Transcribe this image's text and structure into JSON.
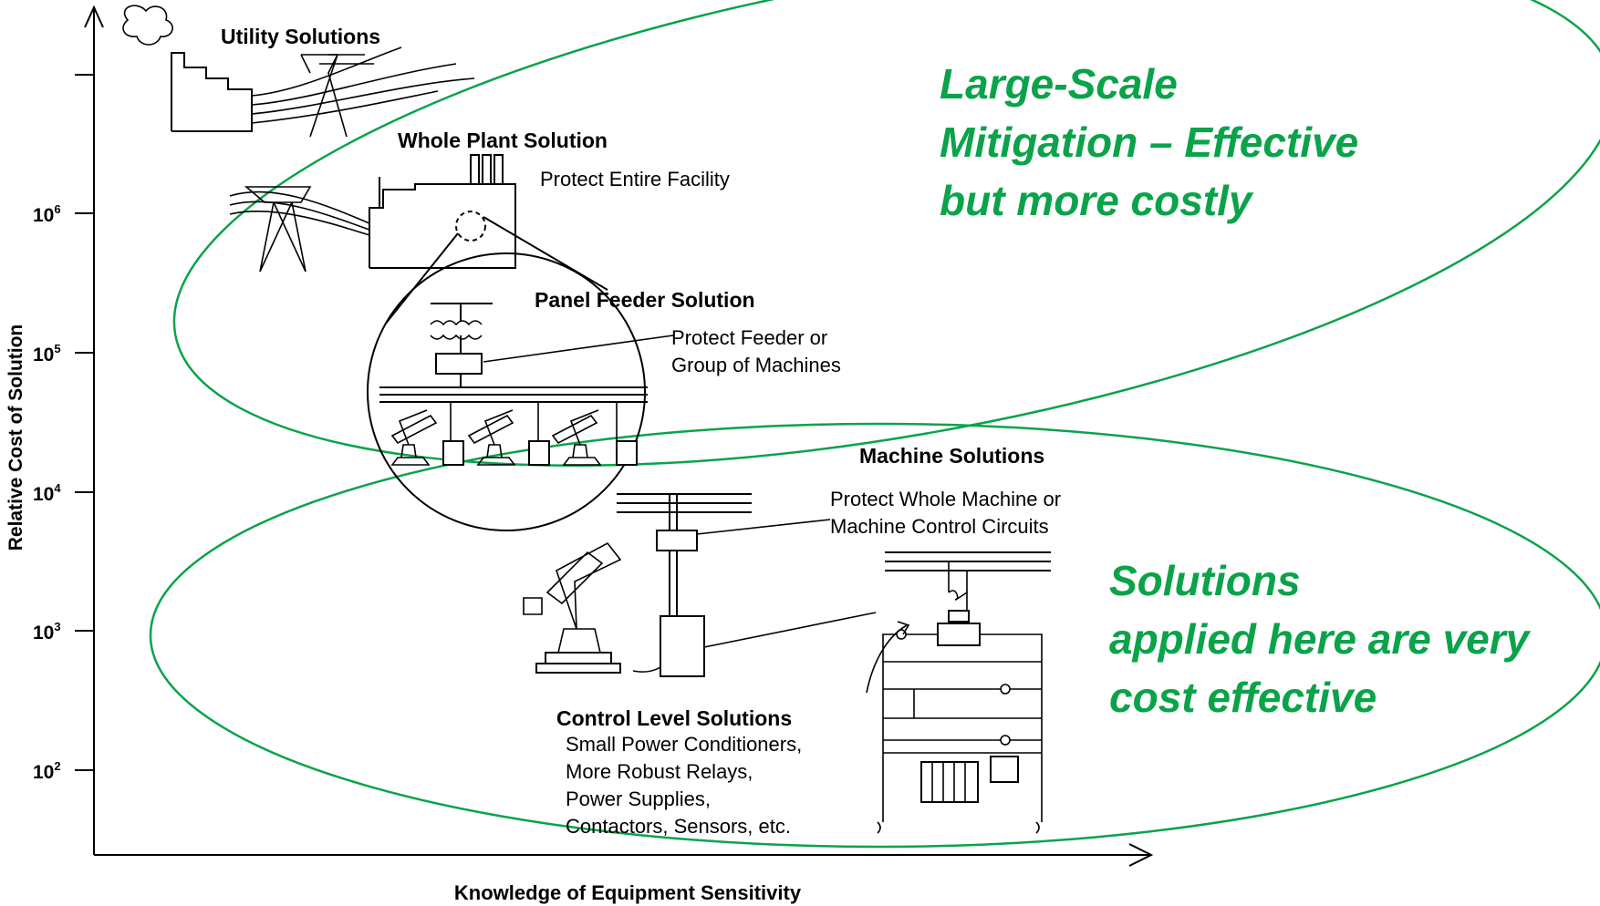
{
  "axes": {
    "y_label": "Relative Cost of Solution",
    "x_label": "Knowledge of Equipment Sensitivity",
    "y_ticks": [
      {
        "base": "10",
        "exp": "6"
      },
      {
        "base": "10",
        "exp": "5"
      },
      {
        "base": "10",
        "exp": "4"
      },
      {
        "base": "10",
        "exp": "3"
      },
      {
        "base": "10",
        "exp": "2"
      }
    ]
  },
  "levels": {
    "utility": {
      "title": "Utility Solutions"
    },
    "whole_plant": {
      "title": "Whole Plant Solution",
      "desc": "Protect Entire Facility"
    },
    "panel_feeder": {
      "title": "Panel Feeder Solution",
      "desc_lines": [
        "Protect Feeder or",
        "Group of Machines"
      ]
    },
    "machine": {
      "title": "Machine Solutions",
      "desc_lines": [
        "Protect Whole Machine or",
        "Machine Control Circuits"
      ]
    },
    "control": {
      "title": "Control Level Solutions",
      "desc_lines": [
        "Small Power Conditioners,",
        "More Robust Relays,",
        "Power Supplies,",
        "Contactors, Sensors, etc."
      ]
    }
  },
  "callouts": {
    "large_scale": [
      "Large-Scale",
      "Mitigation – Effective",
      "but more costly"
    ],
    "cost_effective": [
      "Solutions",
      "applied here are very",
      "cost effective"
    ]
  },
  "colors": {
    "accent_green": "#0aa34a",
    "ink": "#000000"
  }
}
